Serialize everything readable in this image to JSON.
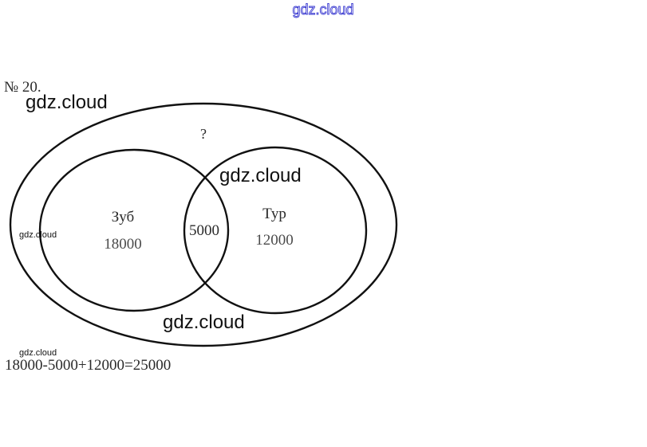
{
  "problem": {
    "number": "№ 20."
  },
  "diagram": {
    "outer_label": "?",
    "left_set": {
      "name": "Зуб",
      "value": "18000"
    },
    "intersection": {
      "value": "5000"
    },
    "right_set": {
      "name": "Тур",
      "value": "12000"
    }
  },
  "solution": {
    "equation": "18000-5000+12000=25000"
  },
  "watermarks": {
    "top": "gdz.cloud",
    "large_1": "gdz.cloud",
    "large_2": "gdz.cloud",
    "large_3": "gdz.cloud",
    "small_1": "gdz.cloud",
    "small_2": "gdz.cloud"
  },
  "colors": {
    "line": "#111111",
    "text": "#2a2a2a",
    "watermark_top": "#3a3ad0"
  }
}
